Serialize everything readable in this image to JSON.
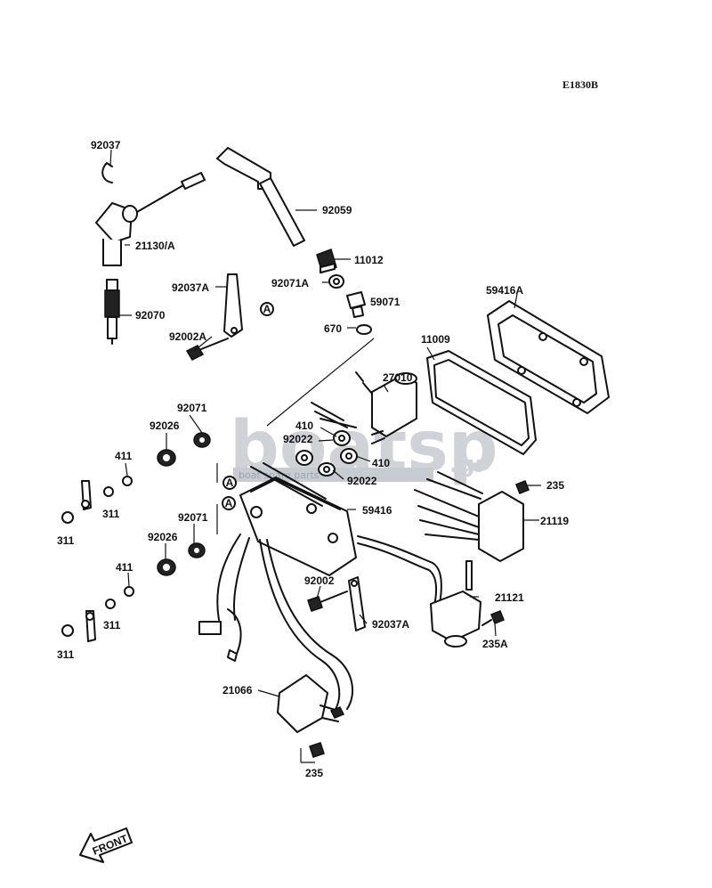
{
  "diagram_code": "E1830B",
  "front_label": "FRONT",
  "watermark": {
    "main": "boatsp",
    "suffix": ".gr",
    "sub": "boat spare parts"
  },
  "callouts": {
    "c92037": "92037",
    "c21130A": "21130/A",
    "c92070": "92070",
    "c92059": "92059",
    "c11012": "11012",
    "c92071A": "92071A",
    "c59071": "59071",
    "c670": "670",
    "c92037A_top": "92037A",
    "c92002A": "92002A",
    "c59416A": "59416A",
    "c11009": "11009",
    "c27010": "27010",
    "c92071_top": "92071",
    "c92026_top": "92026",
    "c410_top": "410",
    "c92022_top": "92022",
    "c410_bot": "410",
    "c92022_bot": "92022",
    "c411_top": "411",
    "c311_a": "311",
    "c311_b": "311",
    "c59416": "59416",
    "c235_top": "235",
    "c21119": "21119",
    "c92071_bot": "92071",
    "c92026_bot": "92026",
    "c411_bot": "411",
    "c311_c": "311",
    "c311_d": "311",
    "c92002": "92002",
    "c21121": "21121",
    "c92037A_bot": "92037A",
    "c235A": "235A",
    "c21066": "21066",
    "c235_bot": "235"
  },
  "markers": {
    "a": "A"
  }
}
